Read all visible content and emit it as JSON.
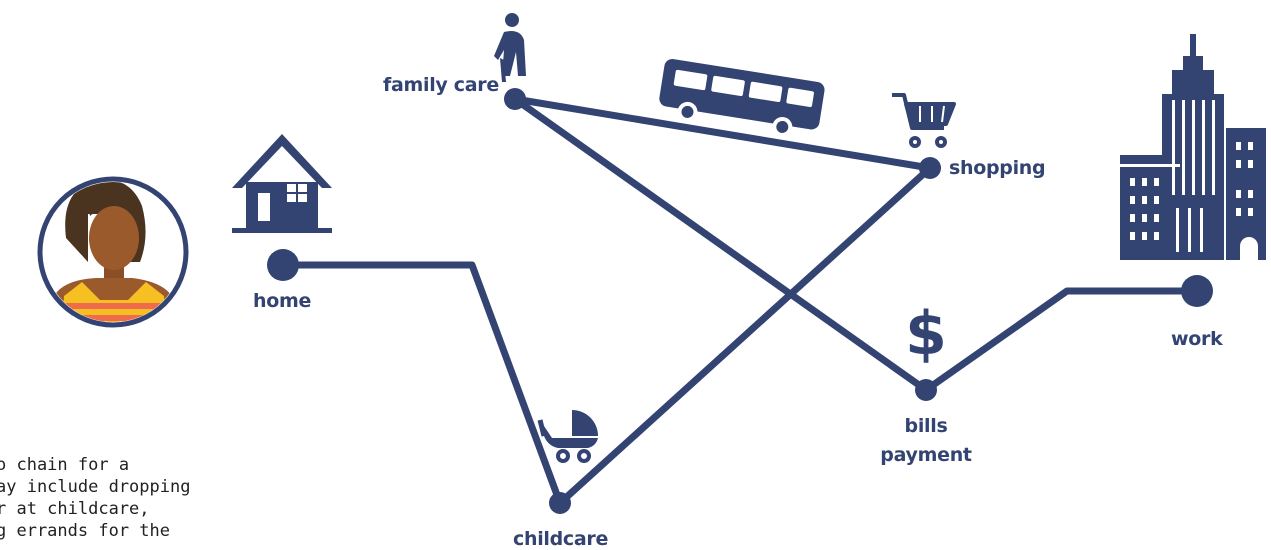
{
  "nodes": {
    "family_care": "family care",
    "shopping": "shopping",
    "home": "home",
    "childcare": "childcare",
    "bills_payment": "bills\npayment",
    "work": "work",
    "dollar_sign": "$"
  },
  "caption": "o chain for a\nay include dropping\nr at childcare,\ng errands for the",
  "colors": {
    "route": "#334372",
    "skin": "#9a5a2c",
    "hair": "#4a3420",
    "shirt_stripe_a": "#f6c022",
    "shirt_stripe_b": "#f06b4b"
  },
  "icons": [
    "person-avatar",
    "house-icon",
    "elderly-person-icon",
    "bus-icon",
    "shopping-cart-icon",
    "baby-stroller-icon",
    "dollar-icon",
    "skyscraper-icon"
  ]
}
